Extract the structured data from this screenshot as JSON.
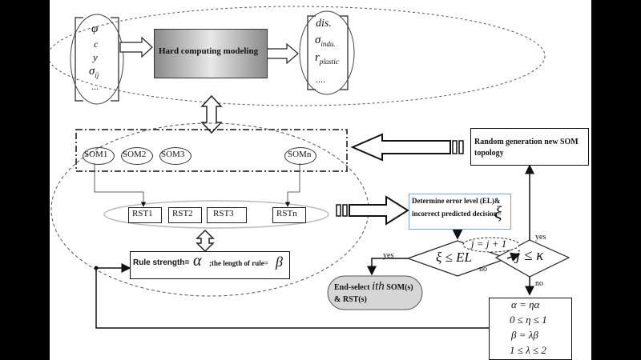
{
  "inputs": [
    "φ",
    "c",
    "y",
    "σ",
    "..."
  ],
  "inputs_sub": {
    "sigma": "ij"
  },
  "hard_model_label": "Hard computing modeling",
  "outputs": [
    "dis.",
    "σ",
    "r",
    "...."
  ],
  "outputs_sub": {
    "sigma": "indu.",
    "r": "plastic"
  },
  "soms": [
    "SOM1",
    "SOM2",
    "SOM3",
    "SOMn"
  ],
  "rsts": [
    "RST1",
    "RST2",
    "RST3",
    "RSTn"
  ],
  "rule_strength": {
    "label": "Rule strength=",
    "alpha": "α",
    "mid": ";the length of rule=",
    "beta": "β"
  },
  "random_gen": "Random generation new SOM topology",
  "determine_error": {
    "line1": "Determine error level (EL)&",
    "line2": "incorrect predicted decision=",
    "xi": "ξ"
  },
  "decision1": "ξ ≤ EL",
  "decision2": "j ≤ κ",
  "increment": "j = j + 1",
  "end_select": {
    "prefix": "End-select",
    "ith": "ith",
    "line1_rest": " SOM(s)",
    "line2": "& RST(s)"
  },
  "labels": {
    "yes1": "yes",
    "no1": "no",
    "yes2": "yes",
    "no2": "no"
  },
  "update": [
    "α = ηα",
    "0 ≤ η ≤ 1",
    "β = λβ",
    "1 ≤ λ ≤ 2"
  ]
}
